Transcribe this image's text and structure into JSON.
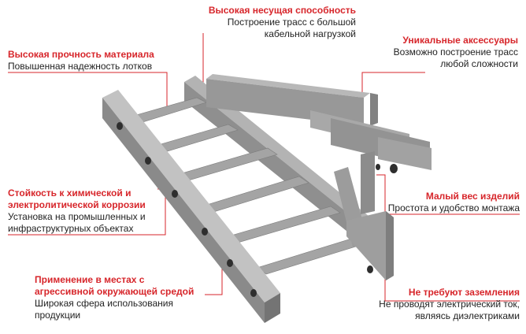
{
  "colors": {
    "accent": "#d7262b",
    "text": "#222222",
    "metal": "#9a9a9a"
  },
  "features": [
    {
      "title": "Высокая несущая способность",
      "desc": [
        "Построение трасс с большой",
        "кабельной нагрузкой"
      ]
    },
    {
      "title": "Высокая прочность материала",
      "desc": [
        "Повышенная надежность лотков"
      ]
    },
    {
      "title": "Уникальные аксессуары",
      "desc": [
        "Возможно построение трасс",
        "любой сложности"
      ]
    },
    {
      "title": "Стойкость к химической и",
      "title2": "электролитической коррозии",
      "desc": [
        "Установка на промышленных и",
        "инфраструктурных объектах"
      ]
    },
    {
      "title": "Малый вес изделий",
      "desc": [
        "Простота и удобство монтажа"
      ]
    },
    {
      "title": "Применение в местах с",
      "title2": "агрессивной окружающей средой",
      "desc": [
        "Широкая сфера использования",
        "продукции"
      ]
    },
    {
      "title": "Не требуют заземления",
      "desc": [
        "Не проводят электрический ток,",
        "являясь диэлектриками"
      ]
    }
  ]
}
